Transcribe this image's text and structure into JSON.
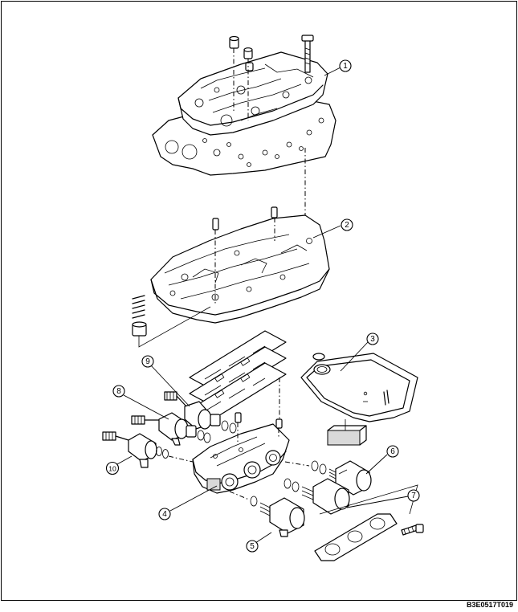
{
  "figure_code": "B3E0517T019",
  "callouts": [
    {
      "label": "1"
    },
    {
      "label": "2"
    },
    {
      "label": "3"
    },
    {
      "label": "4"
    },
    {
      "label": "5"
    },
    {
      "label": "6"
    },
    {
      "label": "7"
    },
    {
      "label": "8"
    },
    {
      "label": "9"
    },
    {
      "label": "10"
    }
  ]
}
